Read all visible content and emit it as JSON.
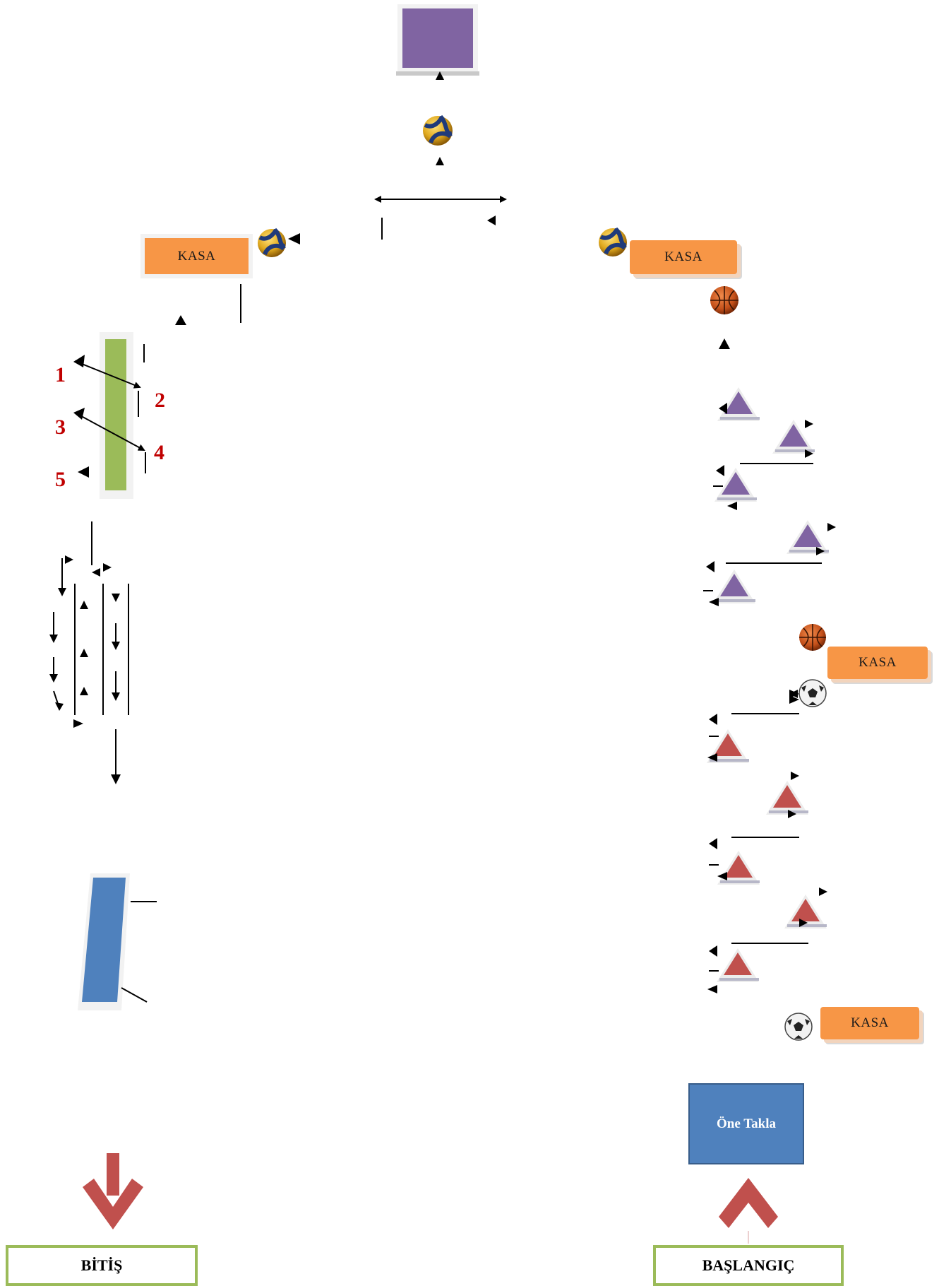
{
  "labels": {
    "kasa_top_left": "KASA",
    "kasa_top_right": "KASA",
    "kasa_middle_right": "KASA",
    "kasa_bottom_right": "KASA",
    "roll_box": "Öne Takla",
    "finish": "BİTİŞ",
    "start": "BAŞLANGIÇ"
  },
  "numbers": [
    "1",
    "2",
    "3",
    "4",
    "5"
  ],
  "colors": {
    "kasa": "#f79646",
    "purple_box": "#8064a2",
    "green_bar": "#9bbb59",
    "blue_bar": "#4f81bd",
    "purple_cone": "#8064a2",
    "red_cone": "#c0504d",
    "number_text": "#c00000",
    "end_border": "#9bbb59",
    "big_arrow": "#c0504d"
  },
  "icons": [
    "volleyball-icon",
    "basketball-icon",
    "soccer-ball-icon",
    "cone-icon",
    "arrow-icon"
  ]
}
